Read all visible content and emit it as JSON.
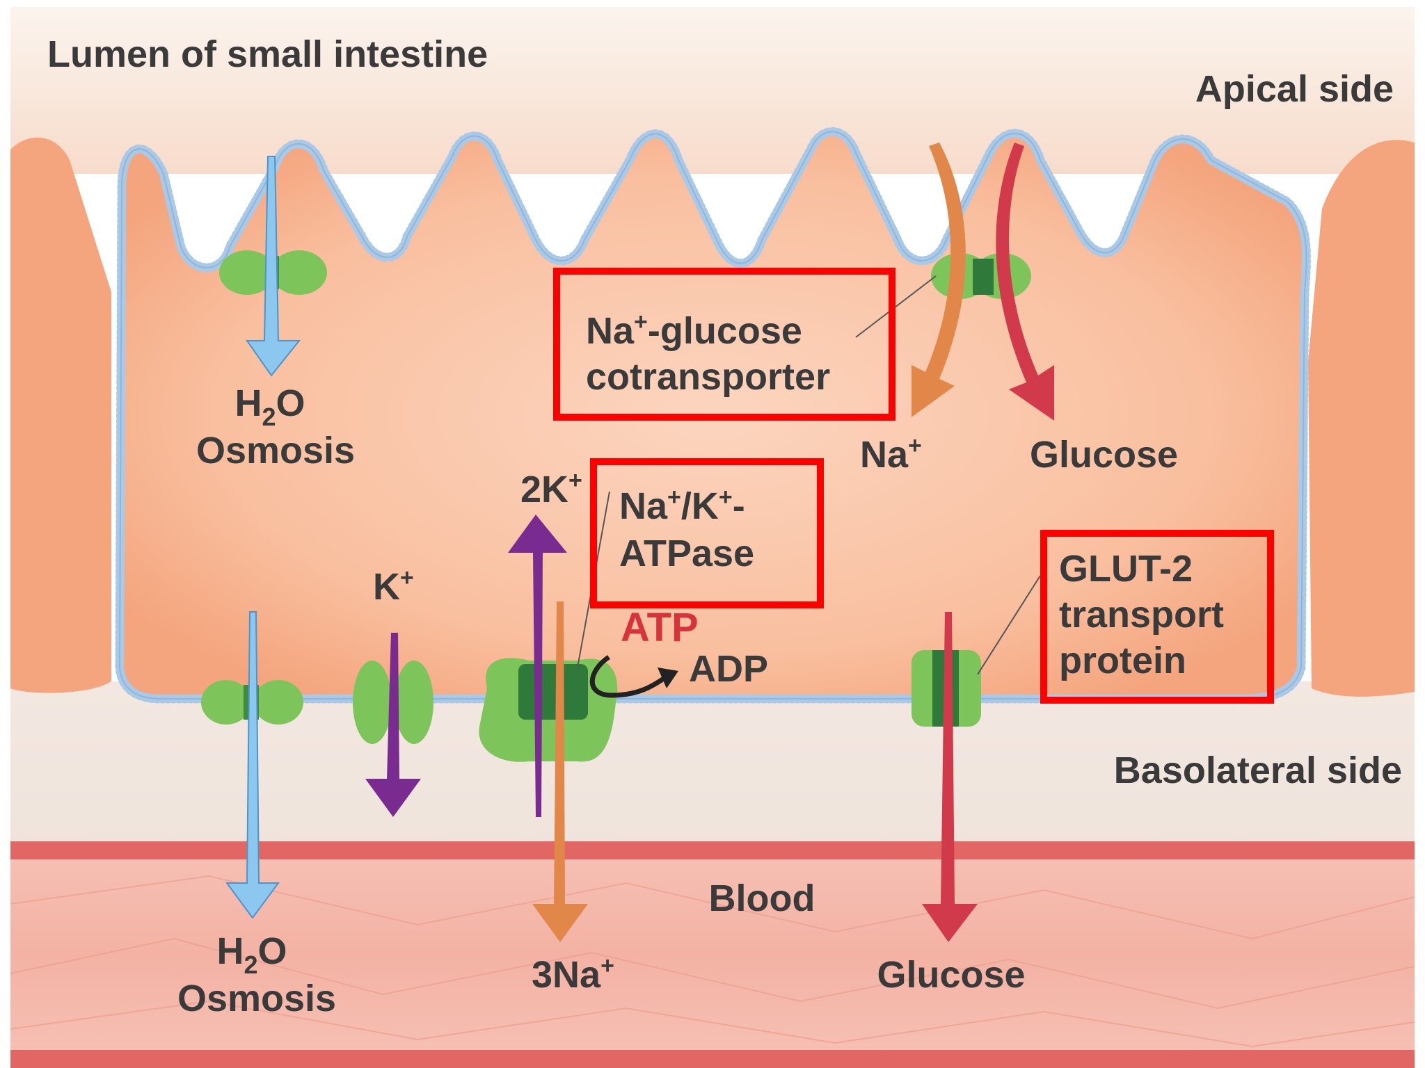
{
  "regions": {
    "lumen": "Lumen of small intestine",
    "apical": "Apical side",
    "basolateral": "Basolateral side",
    "blood": "Blood"
  },
  "water_top": {
    "species": "H",
    "sub": "2",
    "species_end": "O",
    "process": "Osmosis"
  },
  "water_bottom": {
    "species": "H",
    "sub": "2",
    "species_end": "O",
    "process": "Osmosis"
  },
  "cotransporter": {
    "line1_pre": "Na",
    "line1_sup": "+",
    "line1_post": "-glucose",
    "line2": "cotransporter"
  },
  "na_in": {
    "base": "Na",
    "sup": "+"
  },
  "glucose_in": "Glucose",
  "atpase": {
    "line1_a": "Na",
    "line1_sup_a": "+",
    "line1_b": "/K",
    "line1_sup_b": "+",
    "line1_c": "-",
    "line2": "ATPase"
  },
  "two_k": {
    "base": "2K",
    "sup": "+"
  },
  "k_channel": {
    "base": "K",
    "sup": "+"
  },
  "atp": "ATP",
  "adp": "ADP",
  "glut2": {
    "line1": "GLUT-2",
    "line2": "transport",
    "line3": "protein"
  },
  "three_na": {
    "base": "3Na",
    "sup": "+"
  },
  "glucose_out": "Glucose",
  "colors": {
    "cell": "#f7b38e",
    "cell_deep": "#f19a6c",
    "cytoplasm": "#fcd2ba",
    "lumen_bg": "#f8e3d6",
    "membrane": "#a9c9e6",
    "protein": "#7dc45a",
    "protein_dark": "#2f7a3a",
    "water_arrow": "#8cc7ef",
    "sodium_arrow": "#e2874a",
    "glucose_arrow": "#d03a4a",
    "potassium_arrow": "#7a2b8f",
    "blood": "#f3b8ac",
    "blood_edge": "#e05a59",
    "highlight_box": "#ff0000"
  }
}
